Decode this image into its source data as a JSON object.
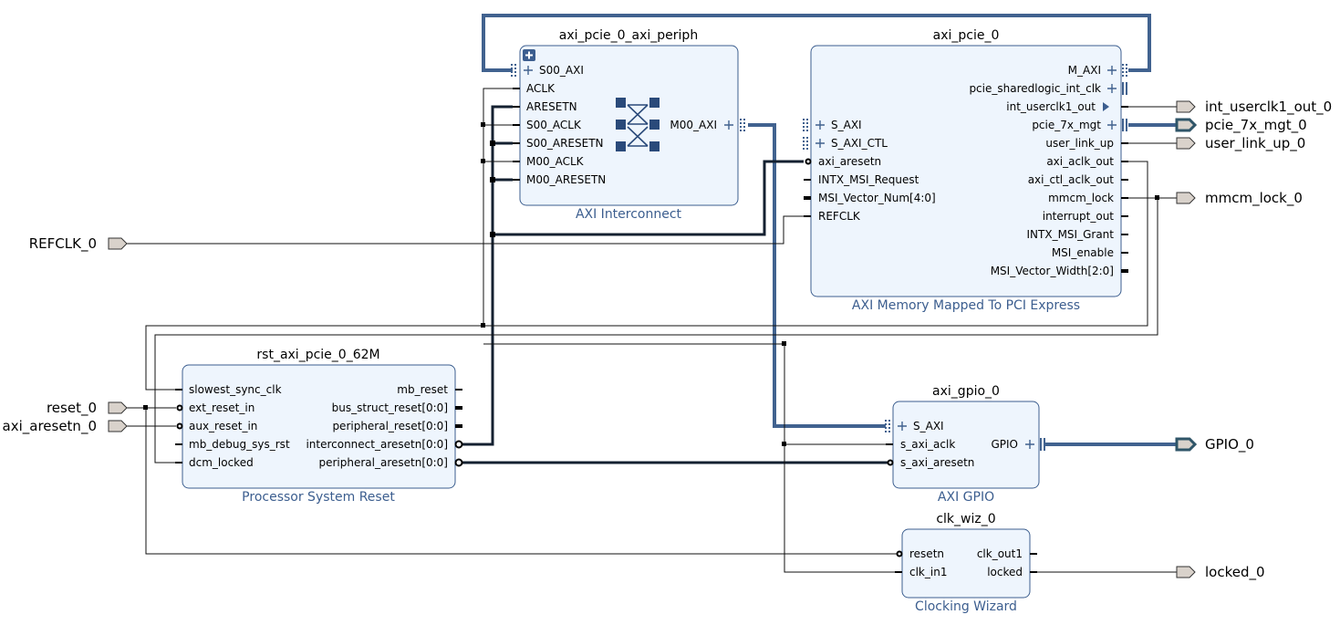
{
  "blocks": {
    "periph": {
      "instance": "axi_pcie_0_axi_periph",
      "ip": "AXI Interconnect",
      "left_pins": [
        "S00_AXI",
        "ACLK",
        "ARESETN",
        "S00_ACLK",
        "S00_ARESETN",
        "M00_ACLK",
        "M00_ARESETN"
      ],
      "right_pins": [
        "M00_AXI"
      ]
    },
    "pcie": {
      "instance": "axi_pcie_0",
      "ip": "AXI Memory Mapped To PCI Express",
      "left_pins": [
        "S_AXI",
        "S_AXI_CTL",
        "axi_aresetn",
        "INTX_MSI_Request",
        "MSI_Vector_Num[4:0]",
        "REFCLK"
      ],
      "right_pins": [
        "M_AXI",
        "pcie_sharedlogic_int_clk",
        "int_userclk1_out",
        "pcie_7x_mgt",
        "user_link_up",
        "axi_aclk_out",
        "axi_ctl_aclk_out",
        "mmcm_lock",
        "interrupt_out",
        "INTX_MSI_Grant",
        "MSI_enable",
        "MSI_Vector_Width[2:0]"
      ]
    },
    "rst": {
      "instance": "rst_axi_pcie_0_62M",
      "ip": "Processor System Reset",
      "left_pins": [
        "slowest_sync_clk",
        "ext_reset_in",
        "aux_reset_in",
        "mb_debug_sys_rst",
        "dcm_locked"
      ],
      "right_pins": [
        "mb_reset",
        "bus_struct_reset[0:0]",
        "peripheral_reset[0:0]",
        "interconnect_aresetn[0:0]",
        "peripheral_aresetn[0:0]"
      ]
    },
    "gpio": {
      "instance": "axi_gpio_0",
      "ip": "AXI GPIO",
      "left_pins": [
        "S_AXI",
        "s_axi_aclk",
        "s_axi_aresetn"
      ],
      "right_pins": [
        "GPIO"
      ]
    },
    "clk": {
      "instance": "clk_wiz_0",
      "ip": "Clocking Wizard",
      "left_pins": [
        "resetn",
        "clk_in1"
      ],
      "right_pins": [
        "clk_out1",
        "locked"
      ]
    }
  },
  "external_ports": {
    "inputs": [
      "REFCLK_0",
      "reset_0",
      "axi_aresetn_0"
    ],
    "outputs": [
      "int_userclk1_out_0",
      "pcie_7x_mgt_0",
      "user_link_up_0",
      "mmcm_lock_0",
      "GPIO_0",
      "locked_0"
    ]
  },
  "icons": [
    "expand-plus-icon",
    "crossbar-icon",
    "interface-plus-icon",
    "bus-connector-icon",
    "clock-output-triangle-icon",
    "input-port-arrow-icon",
    "output-port-arrow-icon"
  ],
  "colors": {
    "block_fill": "#eef5fd",
    "block_border": "#3c5e8f",
    "ip_name_text": "#3c5e8f",
    "bus_wire": "#41628f",
    "net_wire": "#142030",
    "port_fill": "#d9d2cb"
  }
}
